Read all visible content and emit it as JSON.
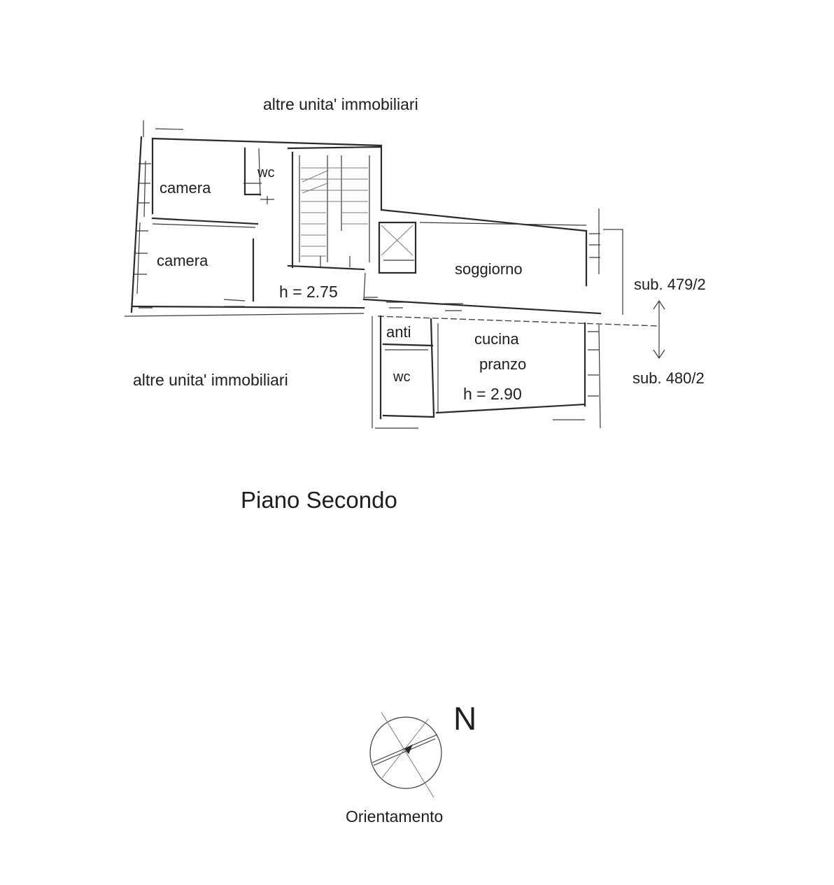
{
  "plan": {
    "title": "Piano Secondo",
    "neighbors_top": "altre unita' immobiliari",
    "neighbors_bottom": "altre unita' immobiliari",
    "rooms": {
      "camera_1": "camera",
      "camera_2": "camera",
      "wc_1": "wc",
      "soggiorno": "soggiorno",
      "anti": "anti",
      "wc_2": "wc",
      "cucina": "cucina",
      "pranzo": "pranzo"
    },
    "heights": {
      "h1": "h = 2.75",
      "h2": "h = 2.90"
    },
    "sub_upper": "sub. 479/2",
    "sub_lower": "sub. 480/2"
  },
  "orientation": {
    "north_label": "N",
    "caption": "Orientamento",
    "icon": "compass-icon"
  },
  "colors": {
    "ink": "#1e1e1e",
    "paper": "#ffffff"
  }
}
